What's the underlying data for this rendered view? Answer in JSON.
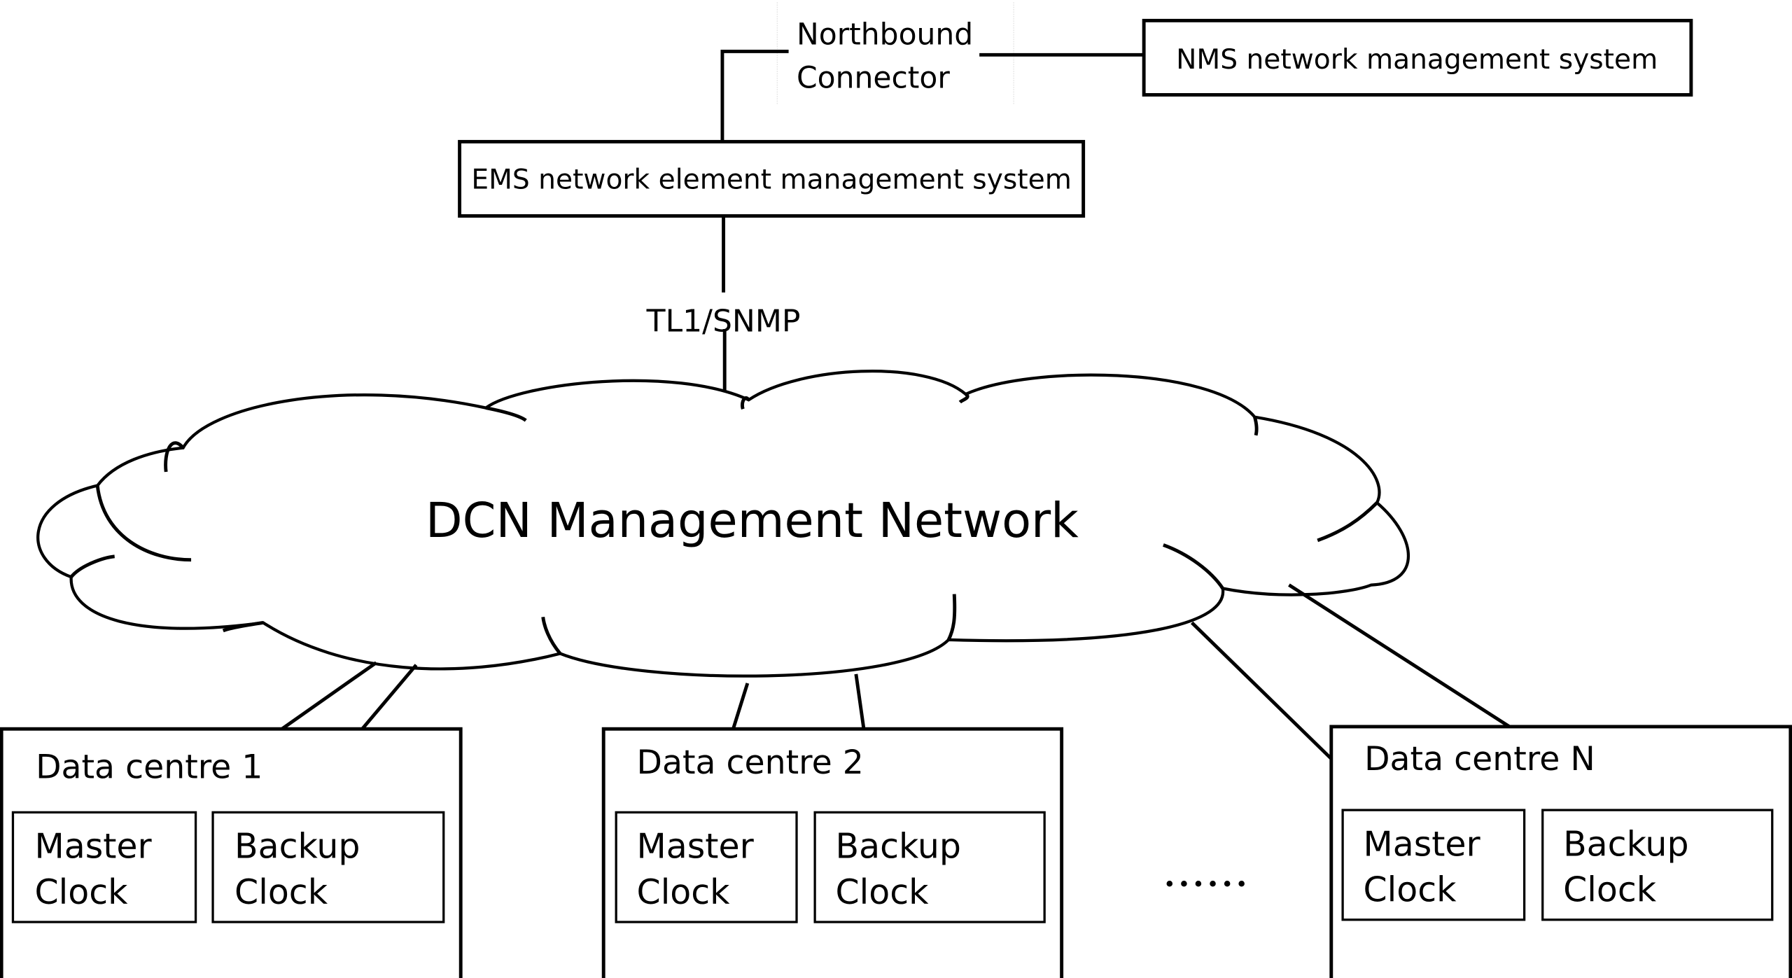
{
  "diagram": {
    "title": "DCN clock management architecture",
    "colors": {
      "stroke": "#000000",
      "background": "#ffffff"
    },
    "northbound": {
      "line1": "Northbound",
      "line2": "Connector"
    },
    "nms": {
      "label": "NMS network management system"
    },
    "ems": {
      "label": "EMS network element management system"
    },
    "protocol": {
      "label": "TL1/SNMP"
    },
    "cloud": {
      "label": "DCN Management Network"
    },
    "ellipsis": "••••••",
    "data_centres": [
      {
        "label": "Data centre 1",
        "master": [
          "Master",
          "Clock"
        ],
        "backup": [
          "Backup",
          "Clock"
        ]
      },
      {
        "label": "Data centre 2",
        "master": [
          "Master",
          "Clock"
        ],
        "backup": [
          "Backup",
          "Clock"
        ]
      },
      {
        "label": "Data centre N",
        "master": [
          "Master",
          "Clock"
        ],
        "backup": [
          "Backup",
          "Clock"
        ]
      }
    ]
  }
}
